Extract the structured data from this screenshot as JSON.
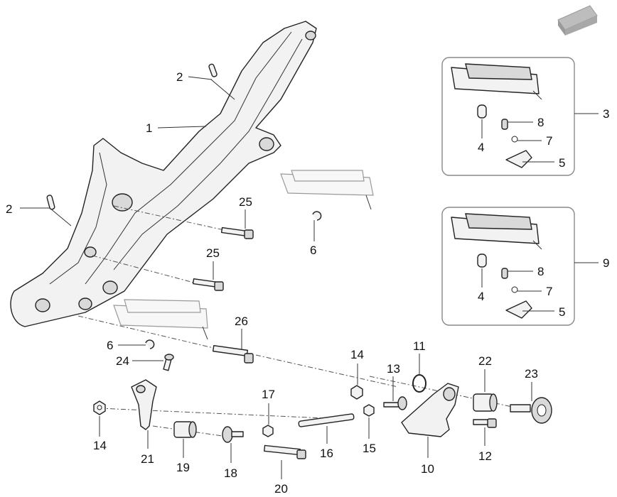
{
  "labels": {
    "l1": "1",
    "l2a": "2",
    "l2b": "2",
    "l3": "3",
    "l4a": "4",
    "l5a": "5",
    "l7a": "7",
    "l8a": "8",
    "l4b": "4",
    "l5b": "5",
    "l7b": "7",
    "l8b": "8",
    "l9": "9",
    "l6a": "6",
    "l6b": "6",
    "l10": "10",
    "l11": "11",
    "l12": "12",
    "l13": "13",
    "l14a": "14",
    "l14b": "14",
    "l15": "15",
    "l16": "16",
    "l17": "17",
    "l18": "18",
    "l19": "19",
    "l20": "20",
    "l21": "21",
    "l22": "22",
    "l23": "23",
    "l24": "24",
    "l25a": "25",
    "l25b": "25",
    "l26": "26"
  },
  "icons": {
    "corner": "front-direction-arrow-icon"
  }
}
